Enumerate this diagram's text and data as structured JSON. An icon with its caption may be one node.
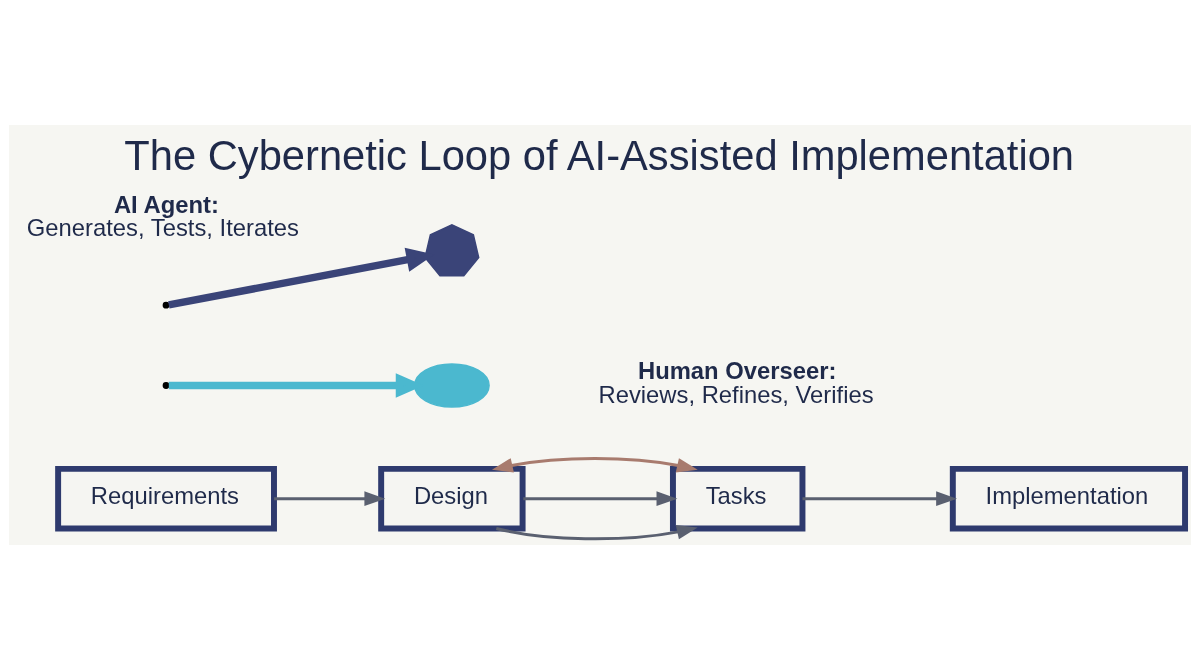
{
  "diagram": {
    "title": "The Cybernetic Loop of AI-Assisted Implementation",
    "nodes": [
      {
        "text": [
          "Requirements"
        ]
      },
      {
        "text": [
          "Design"
        ]
      },
      {
        "text": [
          "Tasks"
        ]
      },
      {
        "text": [
          "Implementation"
        ]
      },
      {
        "text": [],
        "shape": "eye"
      },
      {
        "text": [
          "Human Overseer:",
          "Reviews, Refines, Verifies"
        ]
      },
      {
        "text": [
          "AI Agent:",
          "Generates, Tests, Iterates"
        ]
      },
      {
        "text": [],
        "shape": "gear"
      }
    ],
    "edges": [
      {
        "from": 0,
        "to": 1,
        "arrow": "to"
      },
      {
        "from": 1,
        "to": 2,
        "arrow": "to"
      },
      {
        "from": 2,
        "to": 3,
        "arrow": "to"
      },
      {
        "from": 1,
        "to": 2,
        "arrow": "to"
      },
      {
        "from": 2,
        "to": 1,
        "arrow": "both",
        "color": "#a87b6e"
      },
      {
        "from": null,
        "to": 4,
        "arrow": "to",
        "style": "thick",
        "color": "#4bb8cf"
      },
      {
        "from": null,
        "to": 7,
        "arrow": "to",
        "style": "thick",
        "color": "#3a4478"
      }
    ]
  }
}
